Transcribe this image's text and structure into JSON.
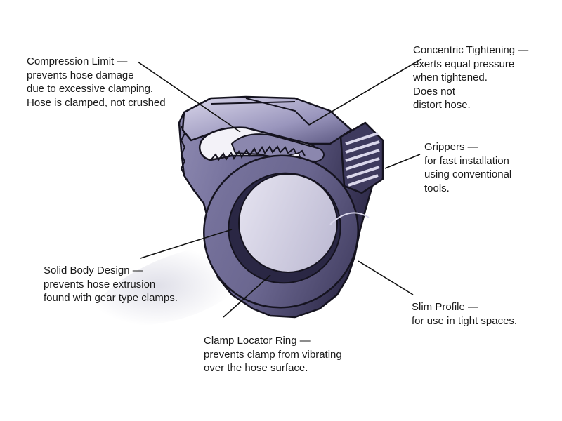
{
  "diagram": {
    "colors": {
      "body_light": "#c9c6dc",
      "body_mid": "#6e6a96",
      "body_dark": "#2f2b4a",
      "outline": "#15131f",
      "shadow": "#ececf2",
      "leader": "#111111"
    },
    "callouts": {
      "compression_limit": {
        "title": "Compression Limit —",
        "lines": [
          "prevents hose damage",
          "due to excessive clamping.",
          "Hose is clamped, not crushed"
        ]
      },
      "concentric_tightening": {
        "title": "Concentric Tightening —",
        "lines": [
          "exerts equal pressure",
          "when tightened.",
          "Does not",
          "distort hose."
        ]
      },
      "grippers": {
        "title": "Grippers —",
        "lines": [
          "for fast installation",
          "using conventional",
          "tools."
        ]
      },
      "solid_body_design": {
        "title": "Solid Body Design —",
        "lines": [
          "prevents hose extrusion",
          "found with gear type clamps."
        ]
      },
      "slim_profile": {
        "title": "Slim Profile —",
        "lines": [
          "for use in tight spaces."
        ]
      },
      "clamp_locator_ring": {
        "title": "Clamp Locator Ring —",
        "lines": [
          "prevents clamp from vibrating",
          "over the hose surface."
        ]
      }
    }
  }
}
